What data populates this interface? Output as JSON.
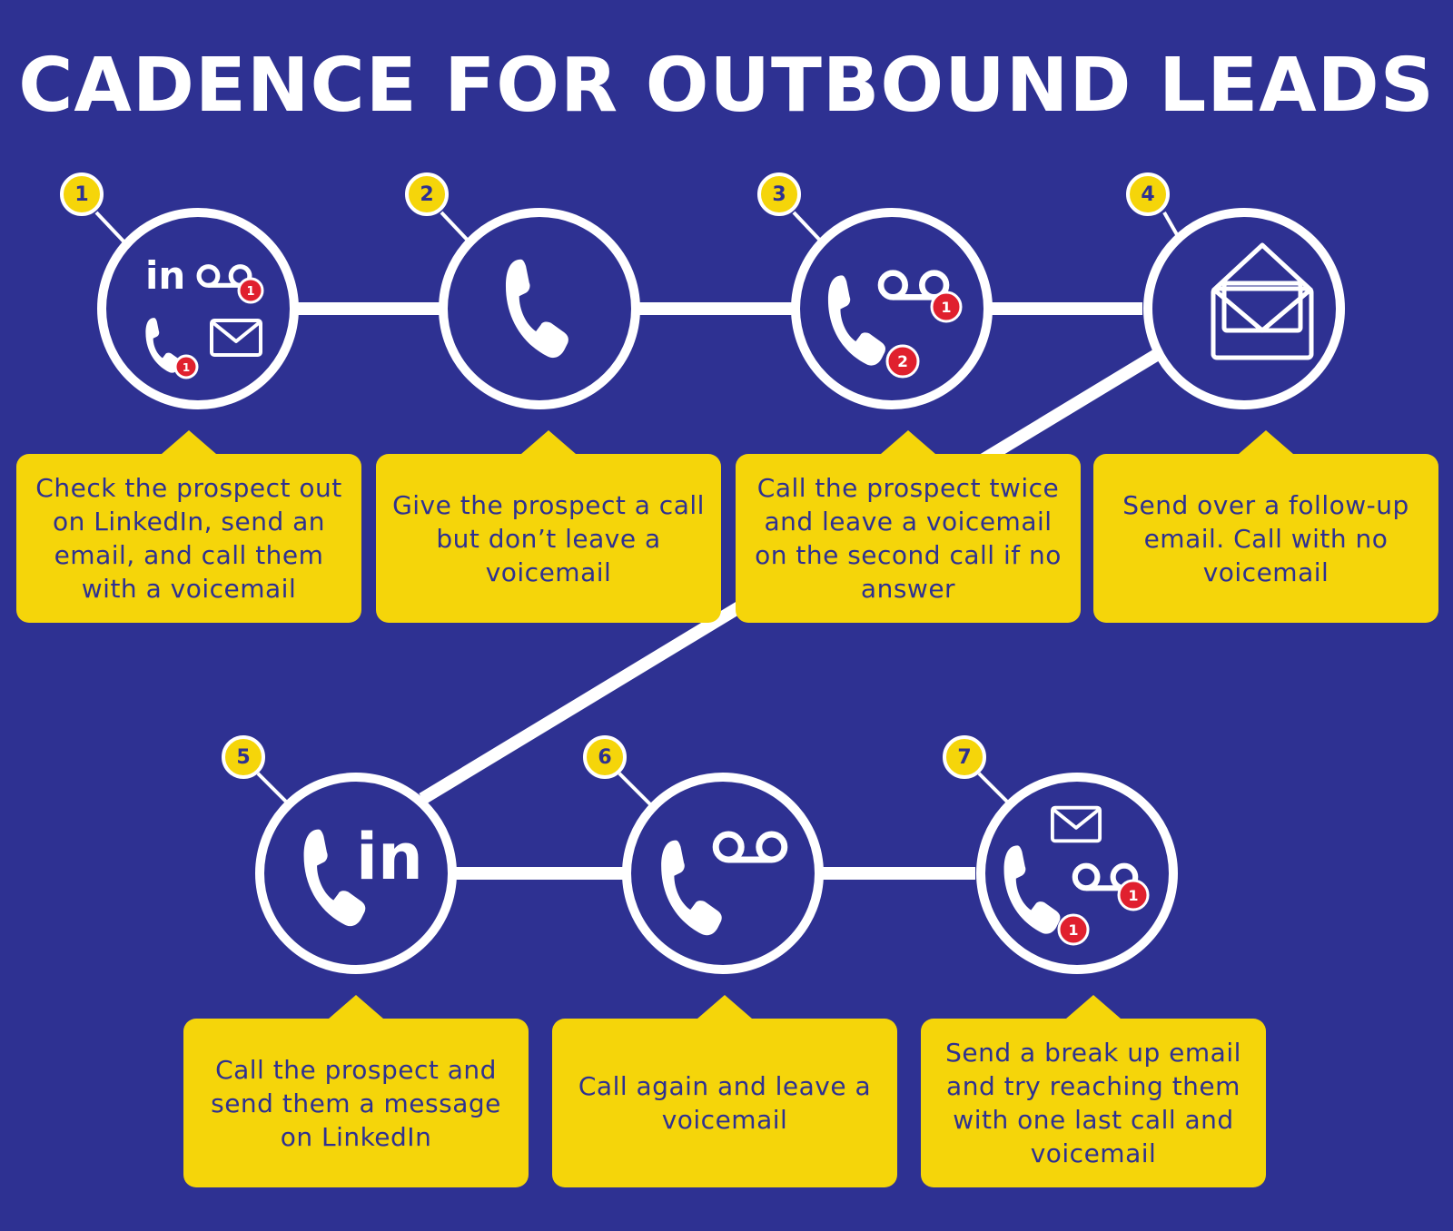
{
  "title": "CADENCE FOR OUTBOUND LEADS",
  "colors": {
    "background": "#2e3192",
    "accent": "#f5d50a",
    "line": "#ffffff",
    "notification": "#e0202e"
  },
  "steps": [
    {
      "number": "1",
      "icons": [
        "linkedin-icon",
        "voicemail-icon",
        "phone-icon",
        "email-icon"
      ],
      "badges": [
        "1",
        "1"
      ],
      "description": "Check the prospect out on LinkedIn, send an email, and call them with a voicemail"
    },
    {
      "number": "2",
      "icons": [
        "phone-icon"
      ],
      "badges": [],
      "description": "Give the prospect a call but don’t leave a voicemail"
    },
    {
      "number": "3",
      "icons": [
        "phone-icon",
        "voicemail-icon"
      ],
      "badges": [
        "1",
        "2"
      ],
      "description": "Call the prospect twice and leave a voicemail on the second call if no answer"
    },
    {
      "number": "4",
      "icons": [
        "open-envelope-icon"
      ],
      "badges": [],
      "description": "Send over a follow-up email. Call with no voicemail"
    },
    {
      "number": "5",
      "icons": [
        "phone-icon",
        "linkedin-icon"
      ],
      "badges": [],
      "description": "Call the prospect and send them a message on LinkedIn"
    },
    {
      "number": "6",
      "icons": [
        "phone-icon",
        "voicemail-icon"
      ],
      "badges": [],
      "description": "Call again and leave a voicemail"
    },
    {
      "number": "7",
      "icons": [
        "email-icon",
        "voicemail-icon",
        "phone-icon"
      ],
      "badges": [
        "1",
        "1"
      ],
      "description": "Send a break up email and try reaching them with one last call and voicemail"
    }
  ],
  "icon_labels": {
    "linkedin": "in"
  }
}
